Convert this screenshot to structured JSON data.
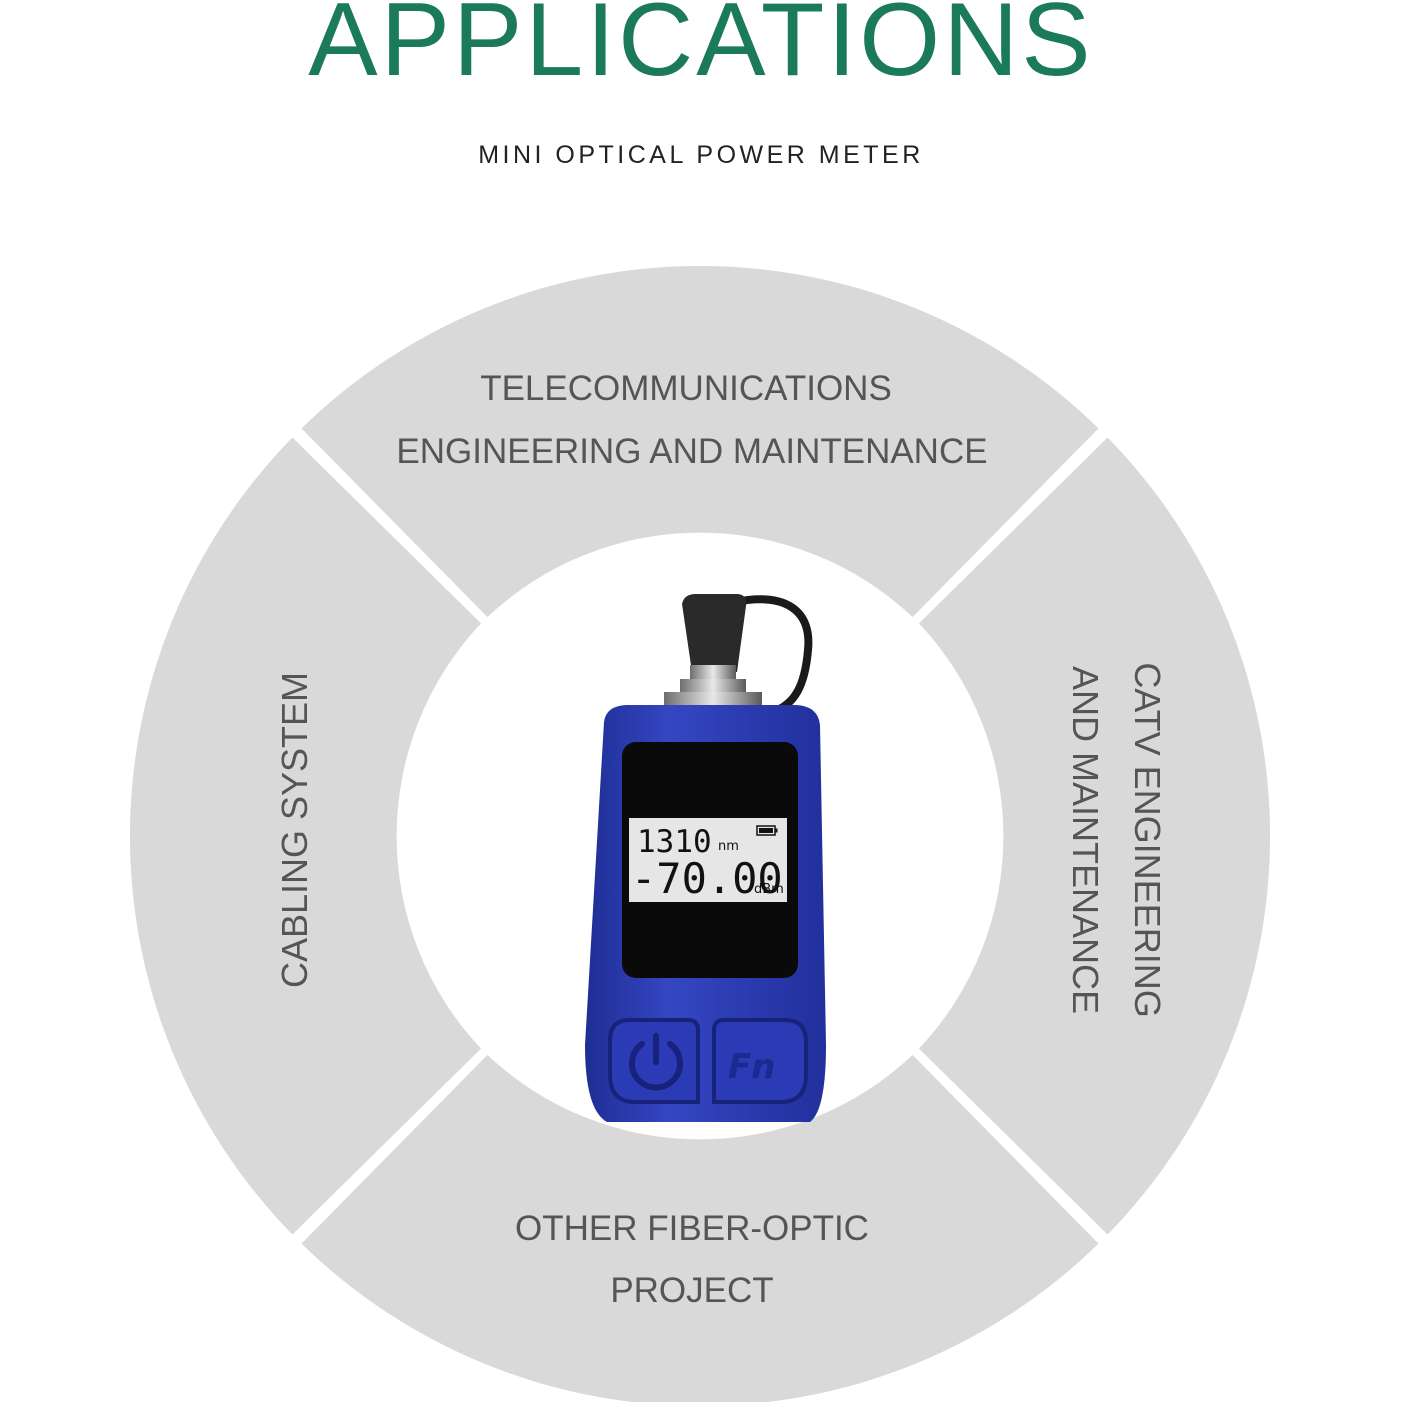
{
  "header": {
    "title": "APPLICATIONS",
    "subtitle": "MINI OPTICAL POWER METER"
  },
  "segments": {
    "top": {
      "line1": "TELECOMMUNICATIONS",
      "line2": "ENGINEERING AND MAINTENANCE"
    },
    "right": {
      "line1": "CATV ENGINEERING",
      "line2": "AND MAINTENANCE"
    },
    "bottom": {
      "line1": "OTHER FIBER-OPTIC",
      "line2": "PROJECT"
    },
    "left": {
      "line1": "CABLING SYSTEM"
    }
  },
  "device": {
    "wavelength": "1310",
    "wavelength_unit": "nm",
    "power": "-70.00",
    "power_unit": "dBm",
    "fn_button": "Fn"
  },
  "colors": {
    "title": "#1b7a5b",
    "segment_fill": "#d9d9d9",
    "segment_text": "#555555",
    "device_body": "#2b3cb0",
    "lcd_background": "#e6e6e6"
  }
}
